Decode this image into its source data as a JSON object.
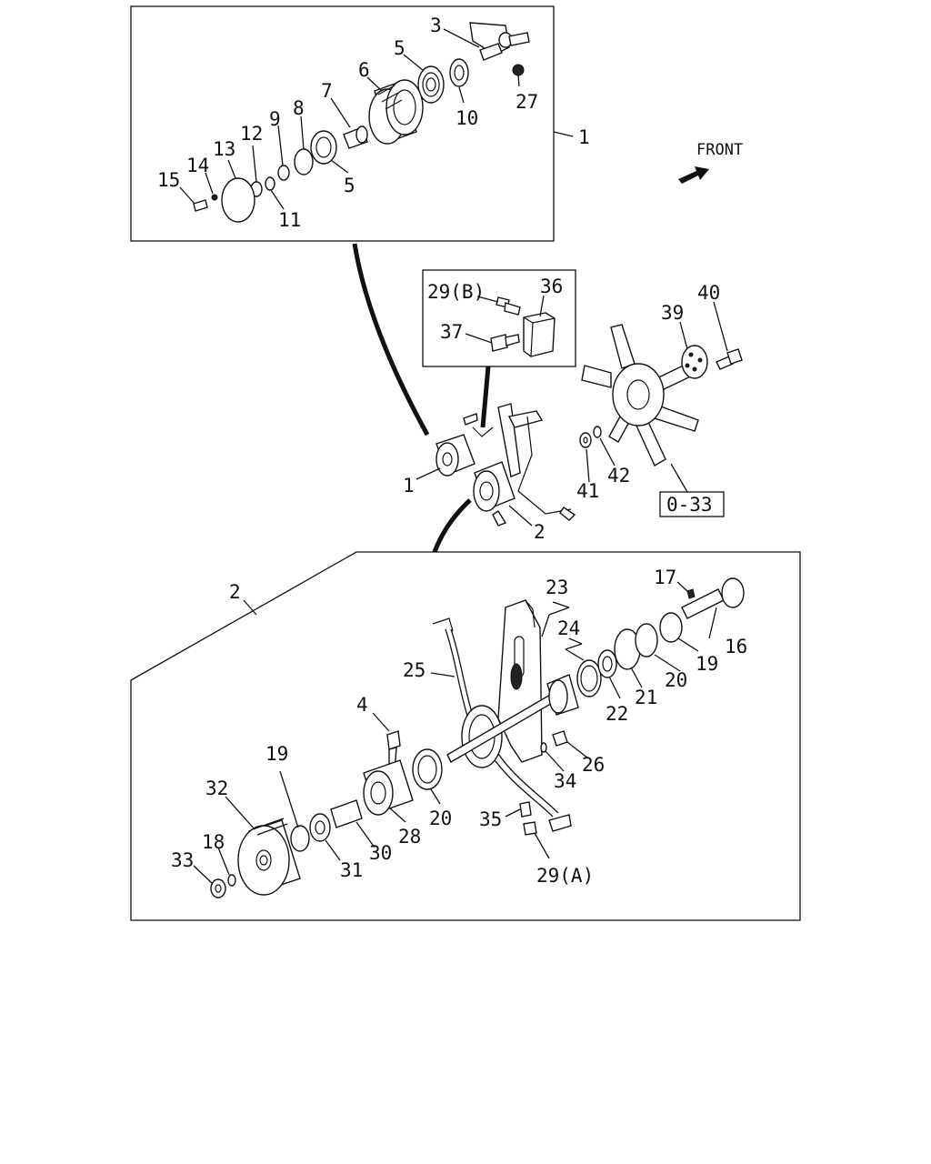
{
  "front_label": "FRONT",
  "ref_code": "0-33",
  "labels": {
    "p1_top": "1",
    "p3": "3",
    "p5a": "5",
    "p6": "6",
    "p7": "7",
    "p8": "8",
    "p9": "9",
    "p10": "10",
    "p27": "27",
    "p5b": "5",
    "p12": "12",
    "p13": "13",
    "p14": "14",
    "p15": "15",
    "p11": "11",
    "p29b": "29(B)",
    "p36": "36",
    "p37": "37",
    "p40": "40",
    "p39": "39",
    "p41": "41",
    "p42": "42",
    "p1_mid": "1",
    "p2_mid": "2",
    "p2_bot": "2",
    "p23": "23",
    "p17": "17",
    "p16": "16",
    "p24": "24",
    "p19a": "19",
    "p20a": "20",
    "p21": "21",
    "p22": "22",
    "p25": "25",
    "p4": "4",
    "p26": "26",
    "p34": "34",
    "p19b": "19",
    "p32": "32",
    "p20b": "20",
    "p35": "35",
    "p28": "28",
    "p30": "30",
    "p18": "18",
    "p33": "33",
    "p31": "31",
    "p29a": "29(A)"
  }
}
